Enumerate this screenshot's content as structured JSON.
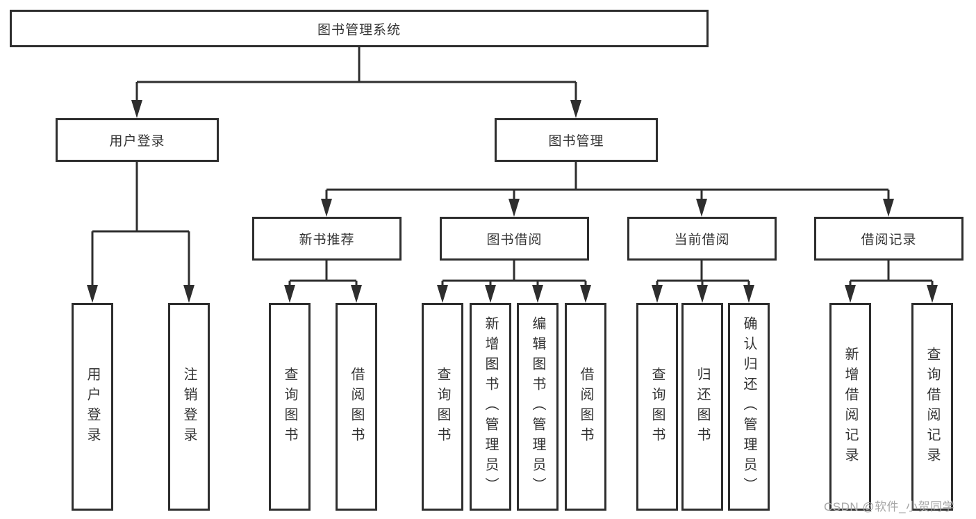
{
  "diagram": {
    "title": "图书管理系统",
    "colors": {
      "line": "#2e2e2e",
      "text": "#333333",
      "background": "#ffffff",
      "watermark": "#a6a6a6"
    },
    "tree": {
      "root": {
        "label": "图书管理系统"
      },
      "branches": [
        {
          "label": "用户登录",
          "children": [
            {
              "label": "用户登录"
            },
            {
              "label": "注销登录"
            }
          ]
        },
        {
          "label": "图书管理",
          "children": [
            {
              "label": "新书推荐",
              "children": [
                {
                  "label": "查询图书"
                },
                {
                  "label": "借阅图书"
                }
              ]
            },
            {
              "label": "图书借阅",
              "children": [
                {
                  "label": "查询图书"
                },
                {
                  "label": "新增图书（管理员）"
                },
                {
                  "label": "编辑图书（管理员）"
                },
                {
                  "label": "借阅图书"
                }
              ]
            },
            {
              "label": "当前借阅",
              "children": [
                {
                  "label": "查询图书"
                },
                {
                  "label": "归还图书"
                },
                {
                  "label": "确认归还（管理员）"
                }
              ]
            },
            {
              "label": "借阅记录",
              "children": [
                {
                  "label": "新增借阅记录"
                },
                {
                  "label": "查询借阅记录"
                }
              ]
            }
          ]
        }
      ]
    },
    "watermark": {
      "text": "CSDN @软件_小贺同学"
    }
  }
}
